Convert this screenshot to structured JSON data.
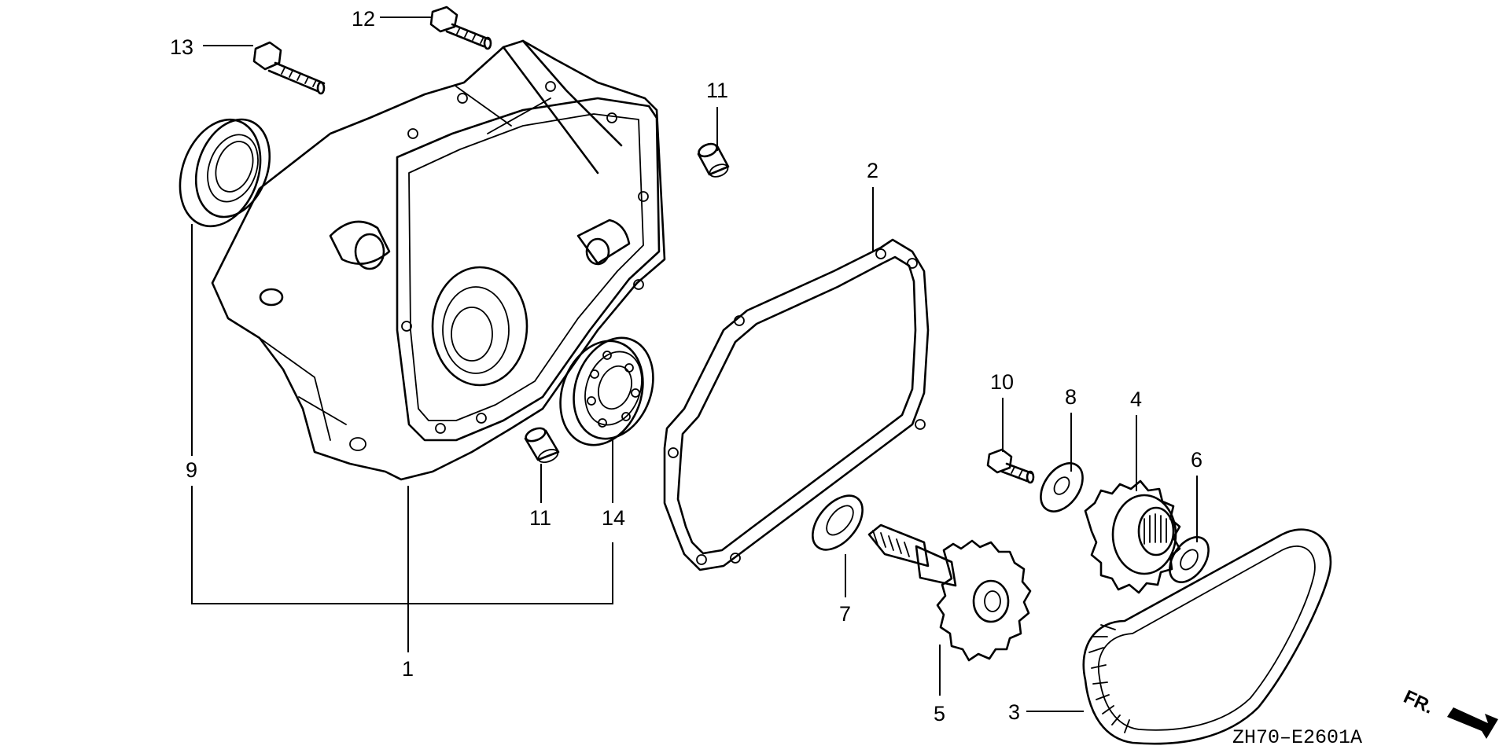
{
  "diagram": {
    "code": "ZH70–E2601A",
    "front_marker": "FR.",
    "callouts": {
      "c1": "1",
      "c2": "2",
      "c3": "3",
      "c4": "4",
      "c5": "5",
      "c6": "6",
      "c7": "7",
      "c8": "8",
      "c9": "9",
      "c10": "10",
      "c11a": "11",
      "c11b": "11",
      "c12": "12",
      "c13": "13",
      "c14": "14"
    }
  }
}
